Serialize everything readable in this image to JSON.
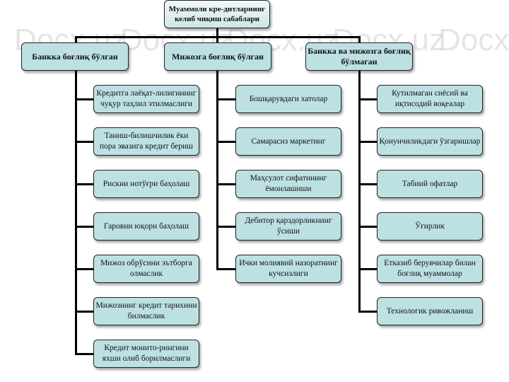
{
  "root": "Муаммоли кре-дитларнинг келиб чиқиш сабаблари",
  "branches": [
    {
      "label": "Банкка боғлиқ бўлган",
      "items": [
        "Кредитга лаёқат-лилигининг чуқур таҳлил этилмаслиги",
        "Таниш-билишчилик ёки пора эвазига кредит бериш",
        "Рискни нотўғри баҳолаш",
        "Гаровни юқори баҳолаш",
        "Мижоз обрўсини эътборга олмаслик",
        "Мижознинг кредит тарихини билмаслик",
        "Кредит монито-рингини яхши олиб борилмаслиги"
      ]
    },
    {
      "label": "Мижозга боғлиқ бўлган",
      "items": [
        "Бошқарувдаги хатолар",
        "Самарасиз маркетинг",
        "Маҳсулот сифатининг ёмонлашиши",
        "Дебитор қарздорликнинг ўсиши",
        "Ички молиявий назоратнинг кучсизлиги"
      ]
    },
    {
      "label": "Банкка ва мижозга боғлиқ бўлмаган",
      "items": [
        "Кутилмаган сиёсий ва иқтисодий воқеалар",
        "Қонунчиликдаги ўзгаришлар",
        "Табиий офатлар",
        "Ўғирлик",
        "Етказиб берувчилар билан боғлиқ муаммолар",
        "Технологик ривожланиш"
      ]
    }
  ],
  "watermark": "Docx.uz"
}
